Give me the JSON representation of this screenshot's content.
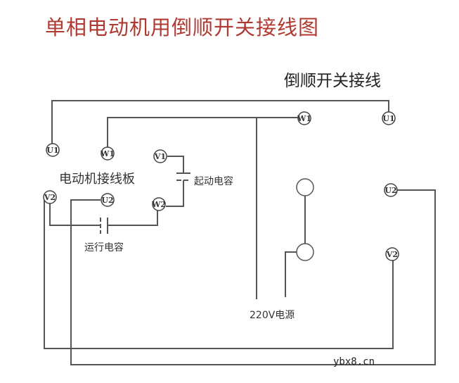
{
  "title": "单相电动机用倒顺开关接线图",
  "subtitle": "倒顺开关接线",
  "board_label": "电动机接线板",
  "start_cap_label": "起动电容",
  "run_cap_label": "运行电容",
  "power_label": "220V电源",
  "watermark": "ybx8.cn",
  "board_terminals": [
    "U1",
    "W1",
    "V1",
    "V2",
    "U2",
    "W2"
  ],
  "switch_terminals": [
    "W1",
    "U1",
    "U2",
    "V2"
  ],
  "colors": {
    "title": "#b03a32",
    "wire": "#555555"
  }
}
